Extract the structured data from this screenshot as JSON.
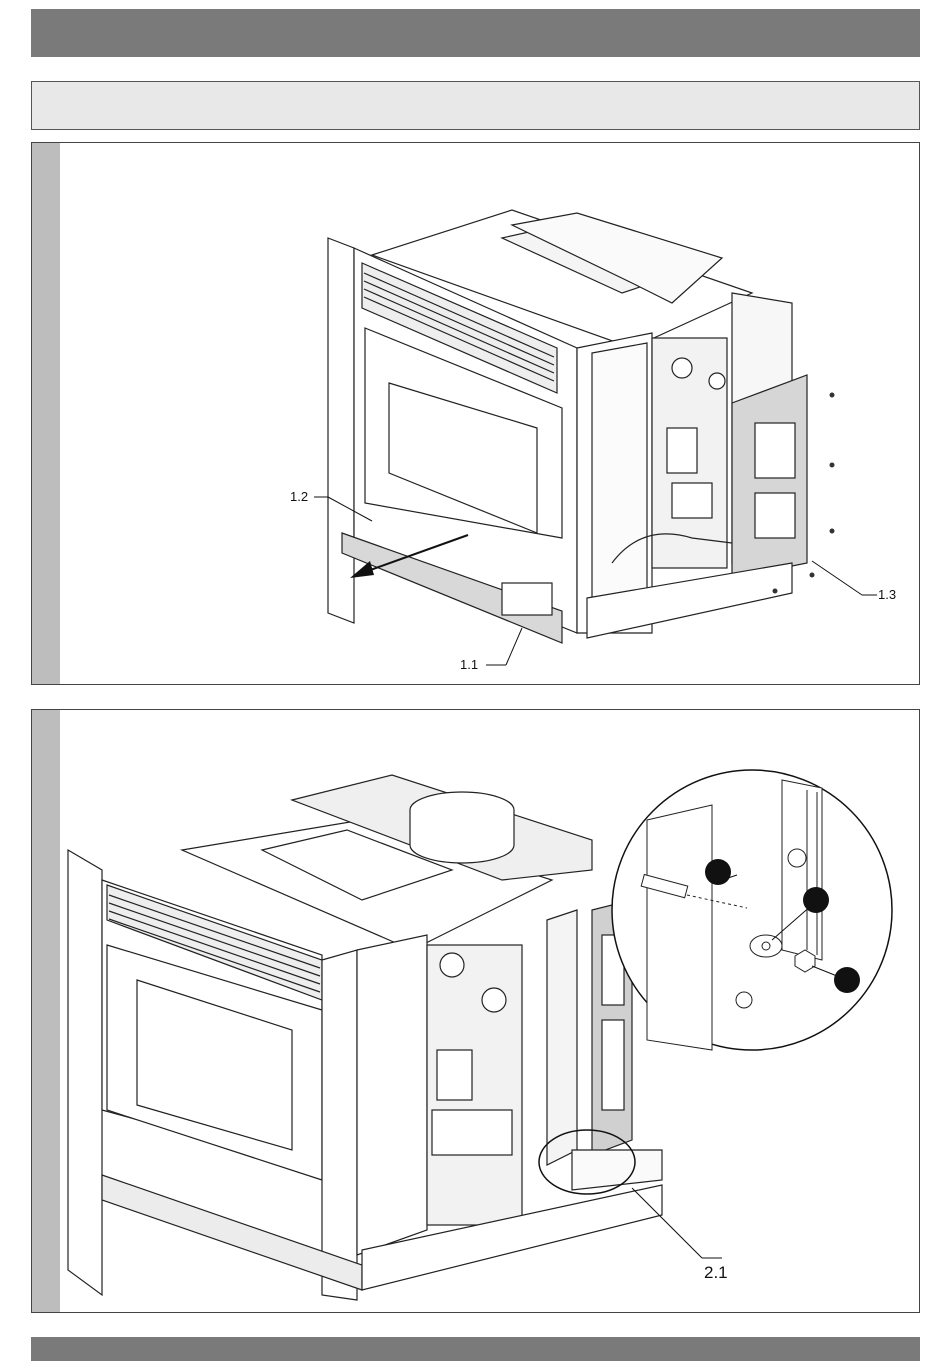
{
  "figure1": {
    "callouts": {
      "c11": "1.1",
      "c12": "1.2",
      "c13": "1.3"
    }
  },
  "figure2": {
    "callouts": {
      "c21": "2.1"
    }
  }
}
